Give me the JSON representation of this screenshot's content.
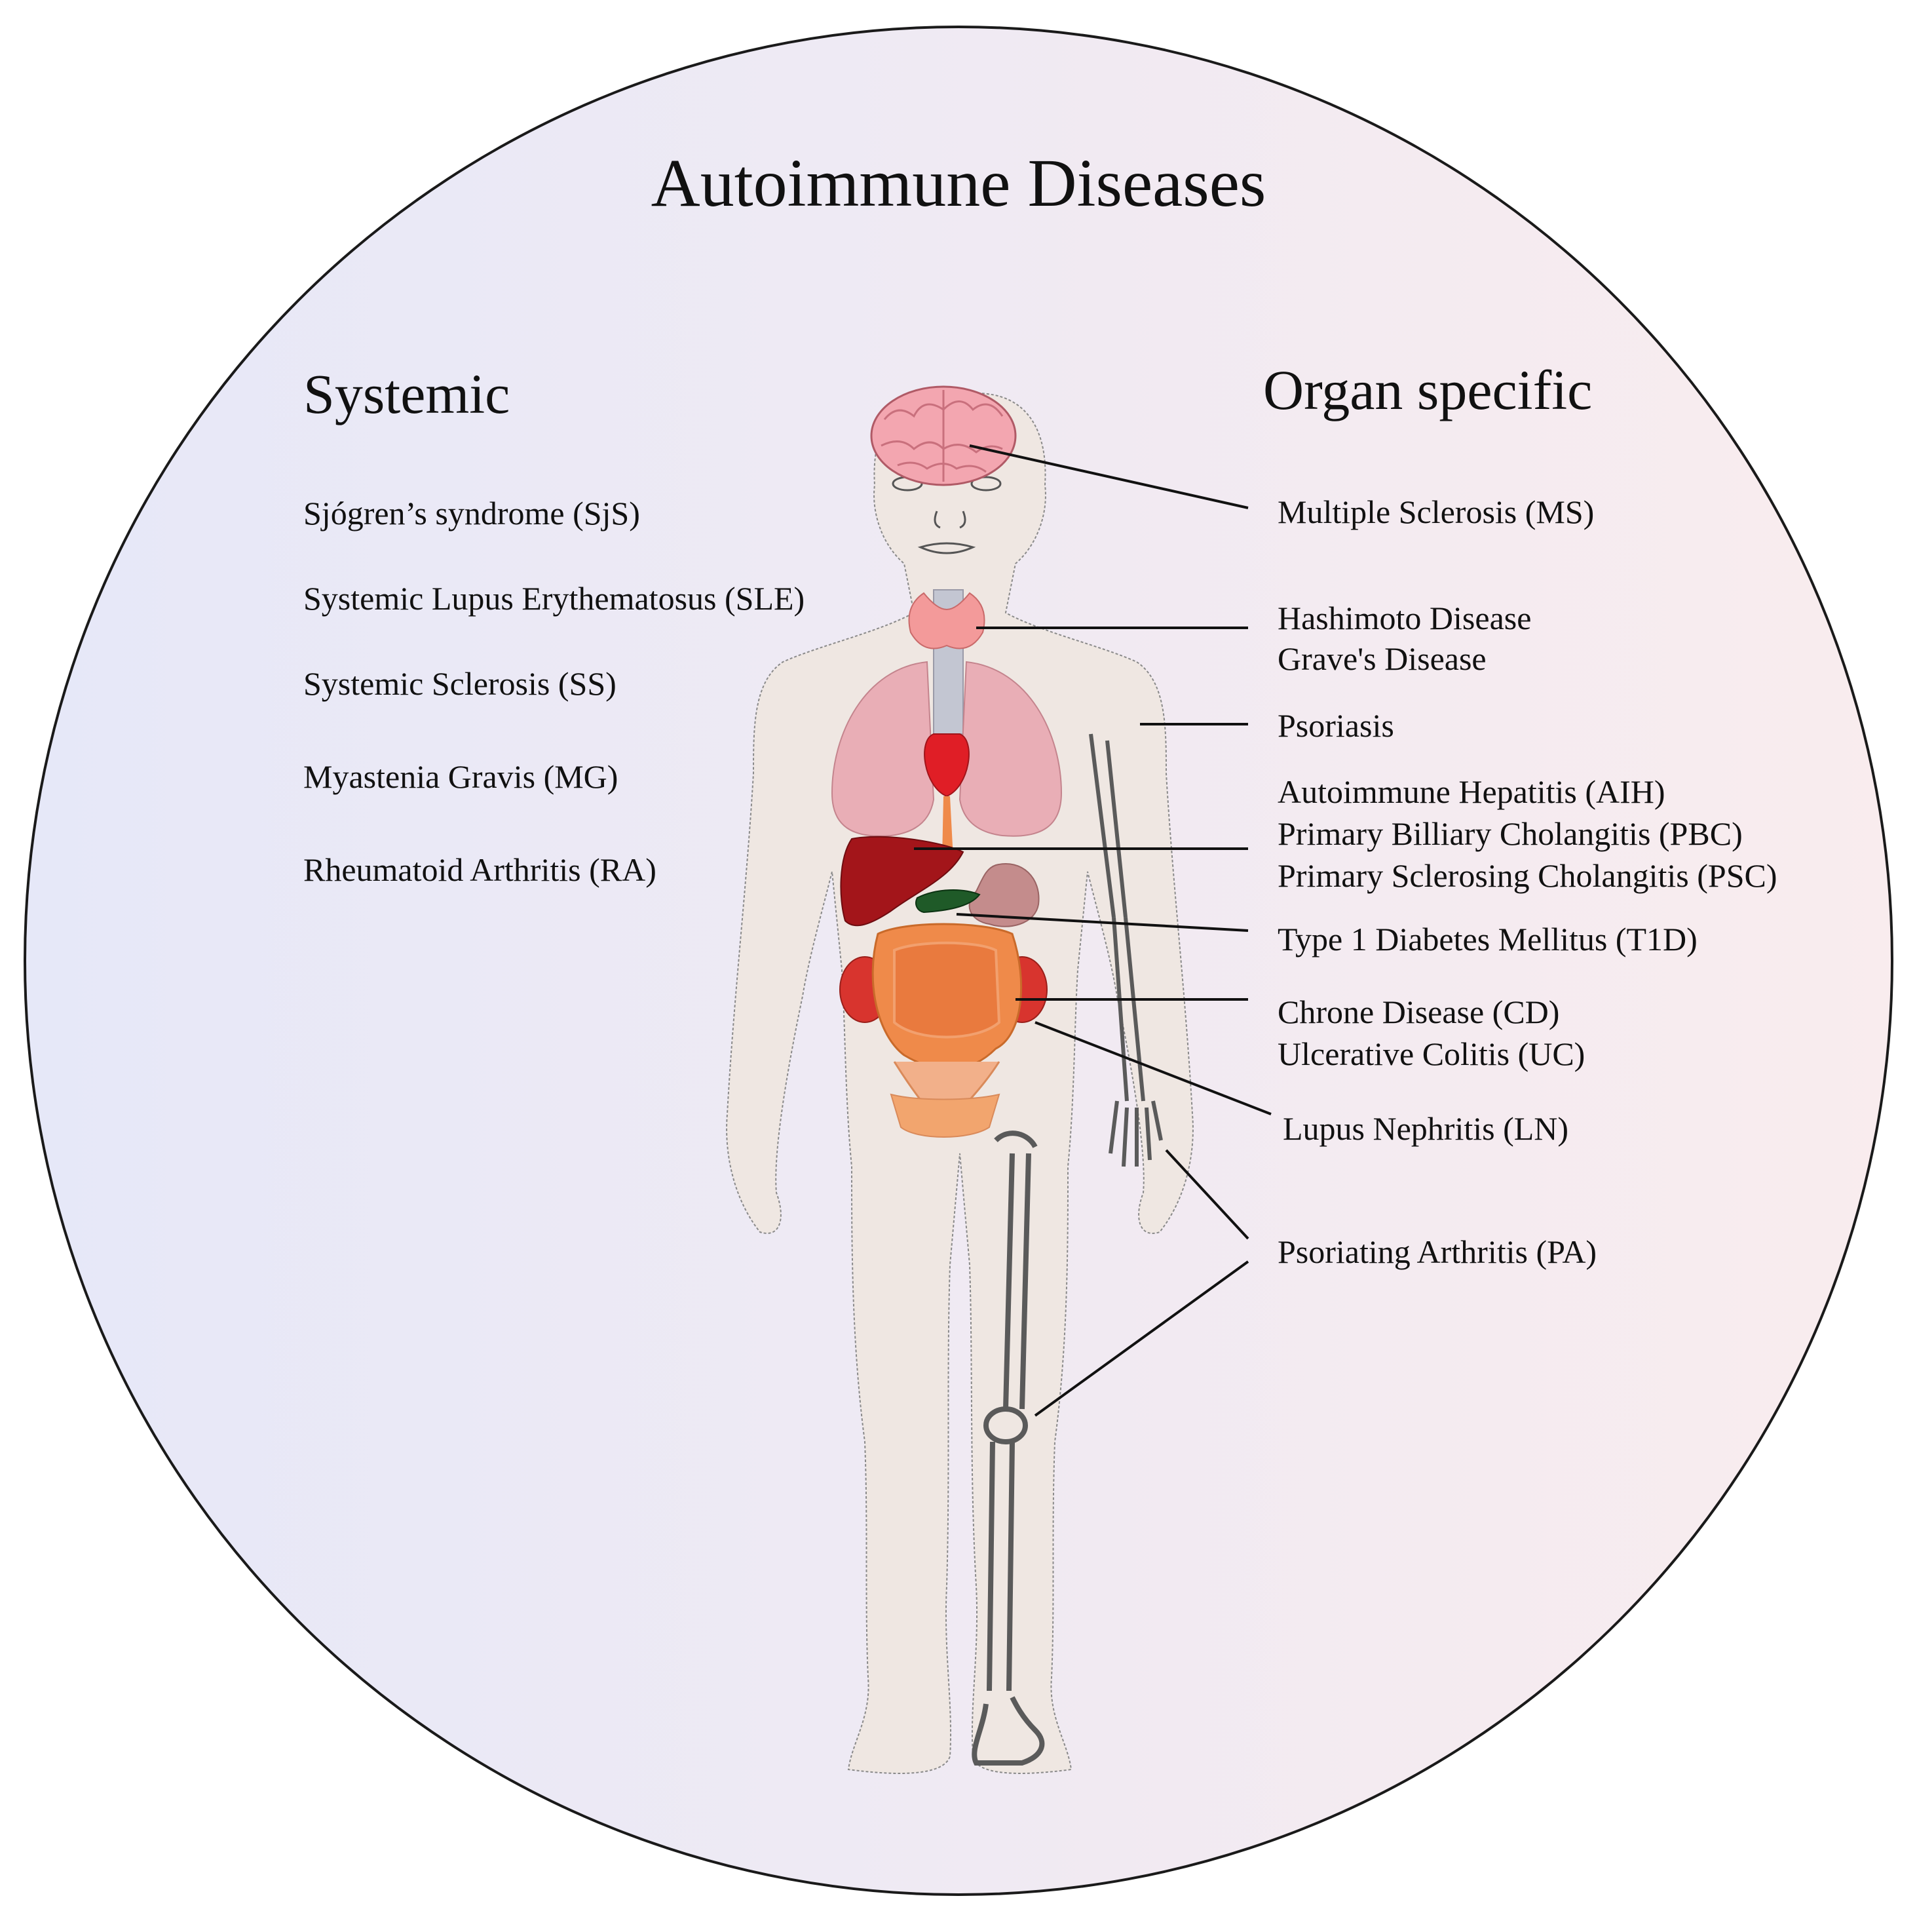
{
  "title": "Autoimmune Diseases",
  "systemic": {
    "heading": "Systemic",
    "items": [
      "Sjógren’s syndrome (SjS)",
      "Systemic Lupus Erythematosus (SLE)",
      "Systemic Sclerosis (SS)",
      "Myastenia Gravis (MG)",
      "Rheumatoid Arthritis (RA)"
    ]
  },
  "organ_specific": {
    "heading": "Organ specific",
    "ms": "Multiple Sclerosis (MS)",
    "thyroid": [
      "Hashimoto Disease",
      "Grave's Disease"
    ],
    "psoriasis": "Psoriasis",
    "liver": [
      "Autoimmune Hepatitis (AIH)",
      "Primary Billiary Cholangitis (PBC)",
      "Primary Sclerosing Cholangitis (PSC)"
    ],
    "t1d": "Type 1 Diabetes Mellitus (T1D)",
    "bowel": [
      "Chrone Disease (CD)",
      "Ulcerative Colitis (UC)"
    ],
    "ln": "Lupus Nephritis (LN)",
    "pa": "Psoriating Arthritis (PA)"
  },
  "colors": {
    "circle_left": "#e6e8f8",
    "circle_right": "#f9ecee",
    "skin": "#efe7e2",
    "brain": "#f3a6b0",
    "thyroid": "#f39a9a",
    "trachea": "#c3c6d2",
    "lungs": "#e9aeb6",
    "heart": "#e01e26",
    "liver": "#a3151a",
    "stomach": "#c48c8c",
    "pancreas": "#1f5a28",
    "intestine": "#ef8a4a",
    "kidney": "#d8342e",
    "bone": "#5a5a5a"
  }
}
